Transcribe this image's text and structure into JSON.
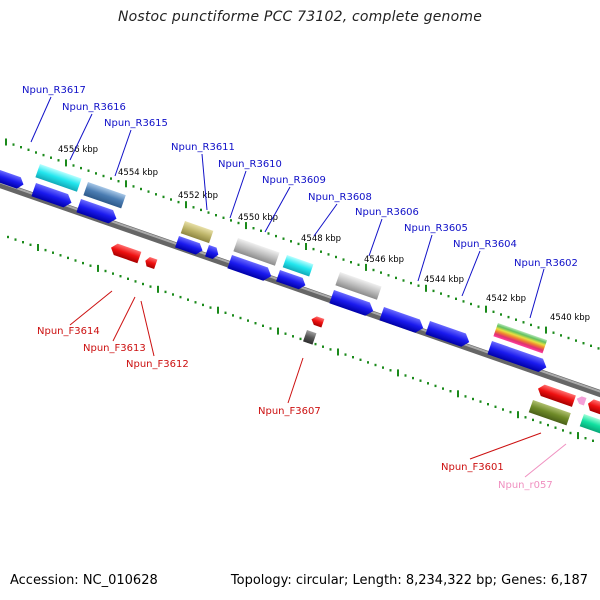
{
  "title": "Nostoc punctiforme PCC 73102, complete genome",
  "footer": {
    "accession": "Accession: NC_010628",
    "summary": "Topology: circular; Length: 8,234,322 bp; Genes: 6,187"
  },
  "colors": {
    "forward_label": "#1010c8",
    "reverse_label": "#cc1010",
    "rna_label": "#f090c0",
    "tick": "#1a8a1a",
    "backbone": "#888888"
  },
  "scale_labels": [
    "4556 kbp",
    "4554 kbp",
    "4552 kbp",
    "4550 kbp",
    "4548 kbp",
    "4546 kbp",
    "4544 kbp",
    "4542 kbp",
    "4540 kbp"
  ],
  "forward_genes": [
    "Npun_R3617",
    "Npun_R3616",
    "Npun_R3615",
    "Npun_R3611",
    "Npun_R3610",
    "Npun_R3609",
    "Npun_R3608",
    "Npun_R3606",
    "Npun_R3605",
    "Npun_R3604",
    "Npun_R3602"
  ],
  "reverse_genes": [
    "Npun_F3614",
    "Npun_F3613",
    "Npun_F3612",
    "Npun_F3607",
    "Npun_F3601"
  ],
  "rna_genes": [
    "Npun_r057"
  ]
}
